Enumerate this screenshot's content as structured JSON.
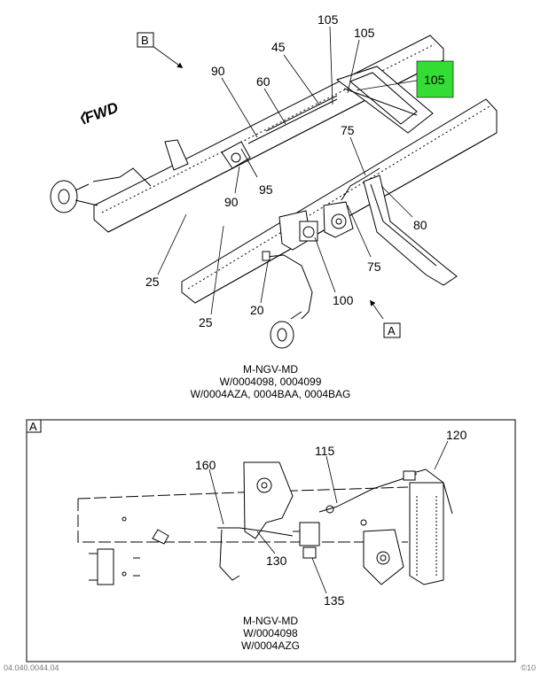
{
  "top_view": {
    "view_tag": "B",
    "forward_label": "FWD",
    "callouts": {
      "c105_top": "105",
      "c105_top2": "105",
      "c105_highlight": "105",
      "c45": "45",
      "c90_top": "90",
      "c60": "60",
      "c75_top": "75",
      "c95": "95",
      "c90_bottom": "90",
      "c80": "80",
      "c25_left": "25",
      "c25_bottom": "25",
      "c75_bottom": "75",
      "c20": "20",
      "c100": "100"
    },
    "detail_tag": "A",
    "caption_lines": [
      "M-NGV-MD",
      "W/0004098, 0004099",
      "W/0004AZA, 0004BAA, 0004BAG"
    ],
    "highlight_color": "#33dd33"
  },
  "detail_view": {
    "frame_tag": "A",
    "callouts": {
      "c120": "120",
      "c115": "115",
      "c160": "160",
      "c130": "130",
      "c135": "135"
    },
    "caption_lines": [
      "M-NGV-MD",
      "W/0004098",
      "W/0004AZG"
    ]
  },
  "footer": {
    "left_text": "04.040.0044.04",
    "right_text": "©10"
  }
}
